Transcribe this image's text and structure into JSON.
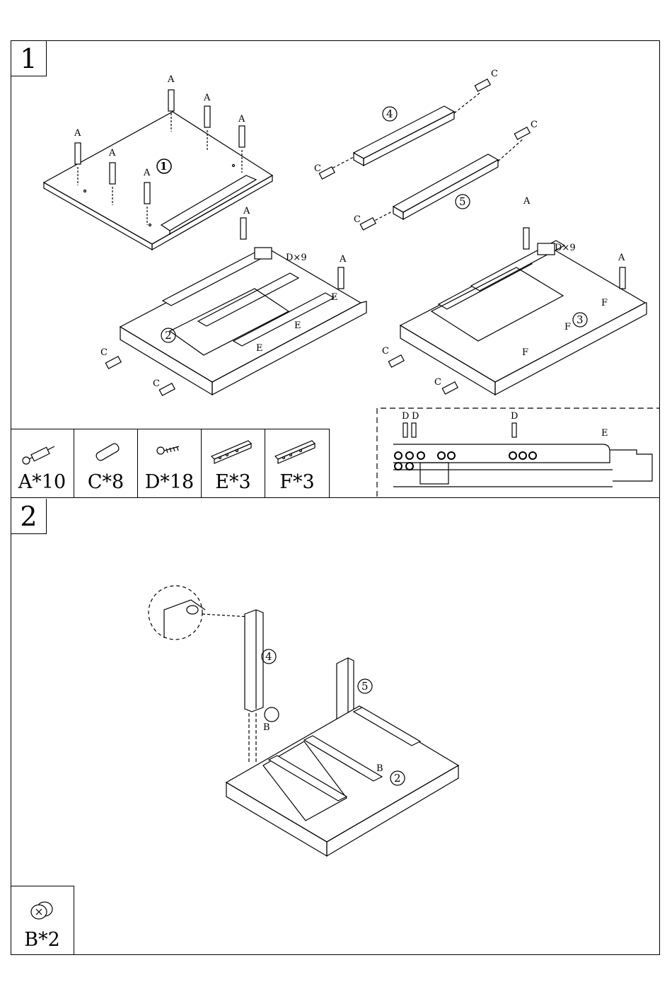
{
  "steps": [
    {
      "number": "1"
    },
    {
      "number": "2"
    }
  ],
  "parts_step1": [
    {
      "icon": "cam-bolt-icon",
      "label": "A*10"
    },
    {
      "icon": "dowel-icon",
      "label": "C*8"
    },
    {
      "icon": "screw-icon",
      "label": "D*18"
    },
    {
      "icon": "rail-e-icon",
      "label": "E*3"
    },
    {
      "icon": "rail-f-icon",
      "label": "F*3"
    }
  ],
  "parts_step2": [
    {
      "icon": "cam-lock-icon",
      "label": "B*2"
    }
  ],
  "callouts": {
    "a": "A",
    "b": "B",
    "c": "C",
    "d": "D",
    "e": "E",
    "f": "F",
    "dx9": "D×9",
    "p1": "1",
    "p2": "2",
    "p3": "3",
    "p4": "4",
    "p5": "5"
  }
}
